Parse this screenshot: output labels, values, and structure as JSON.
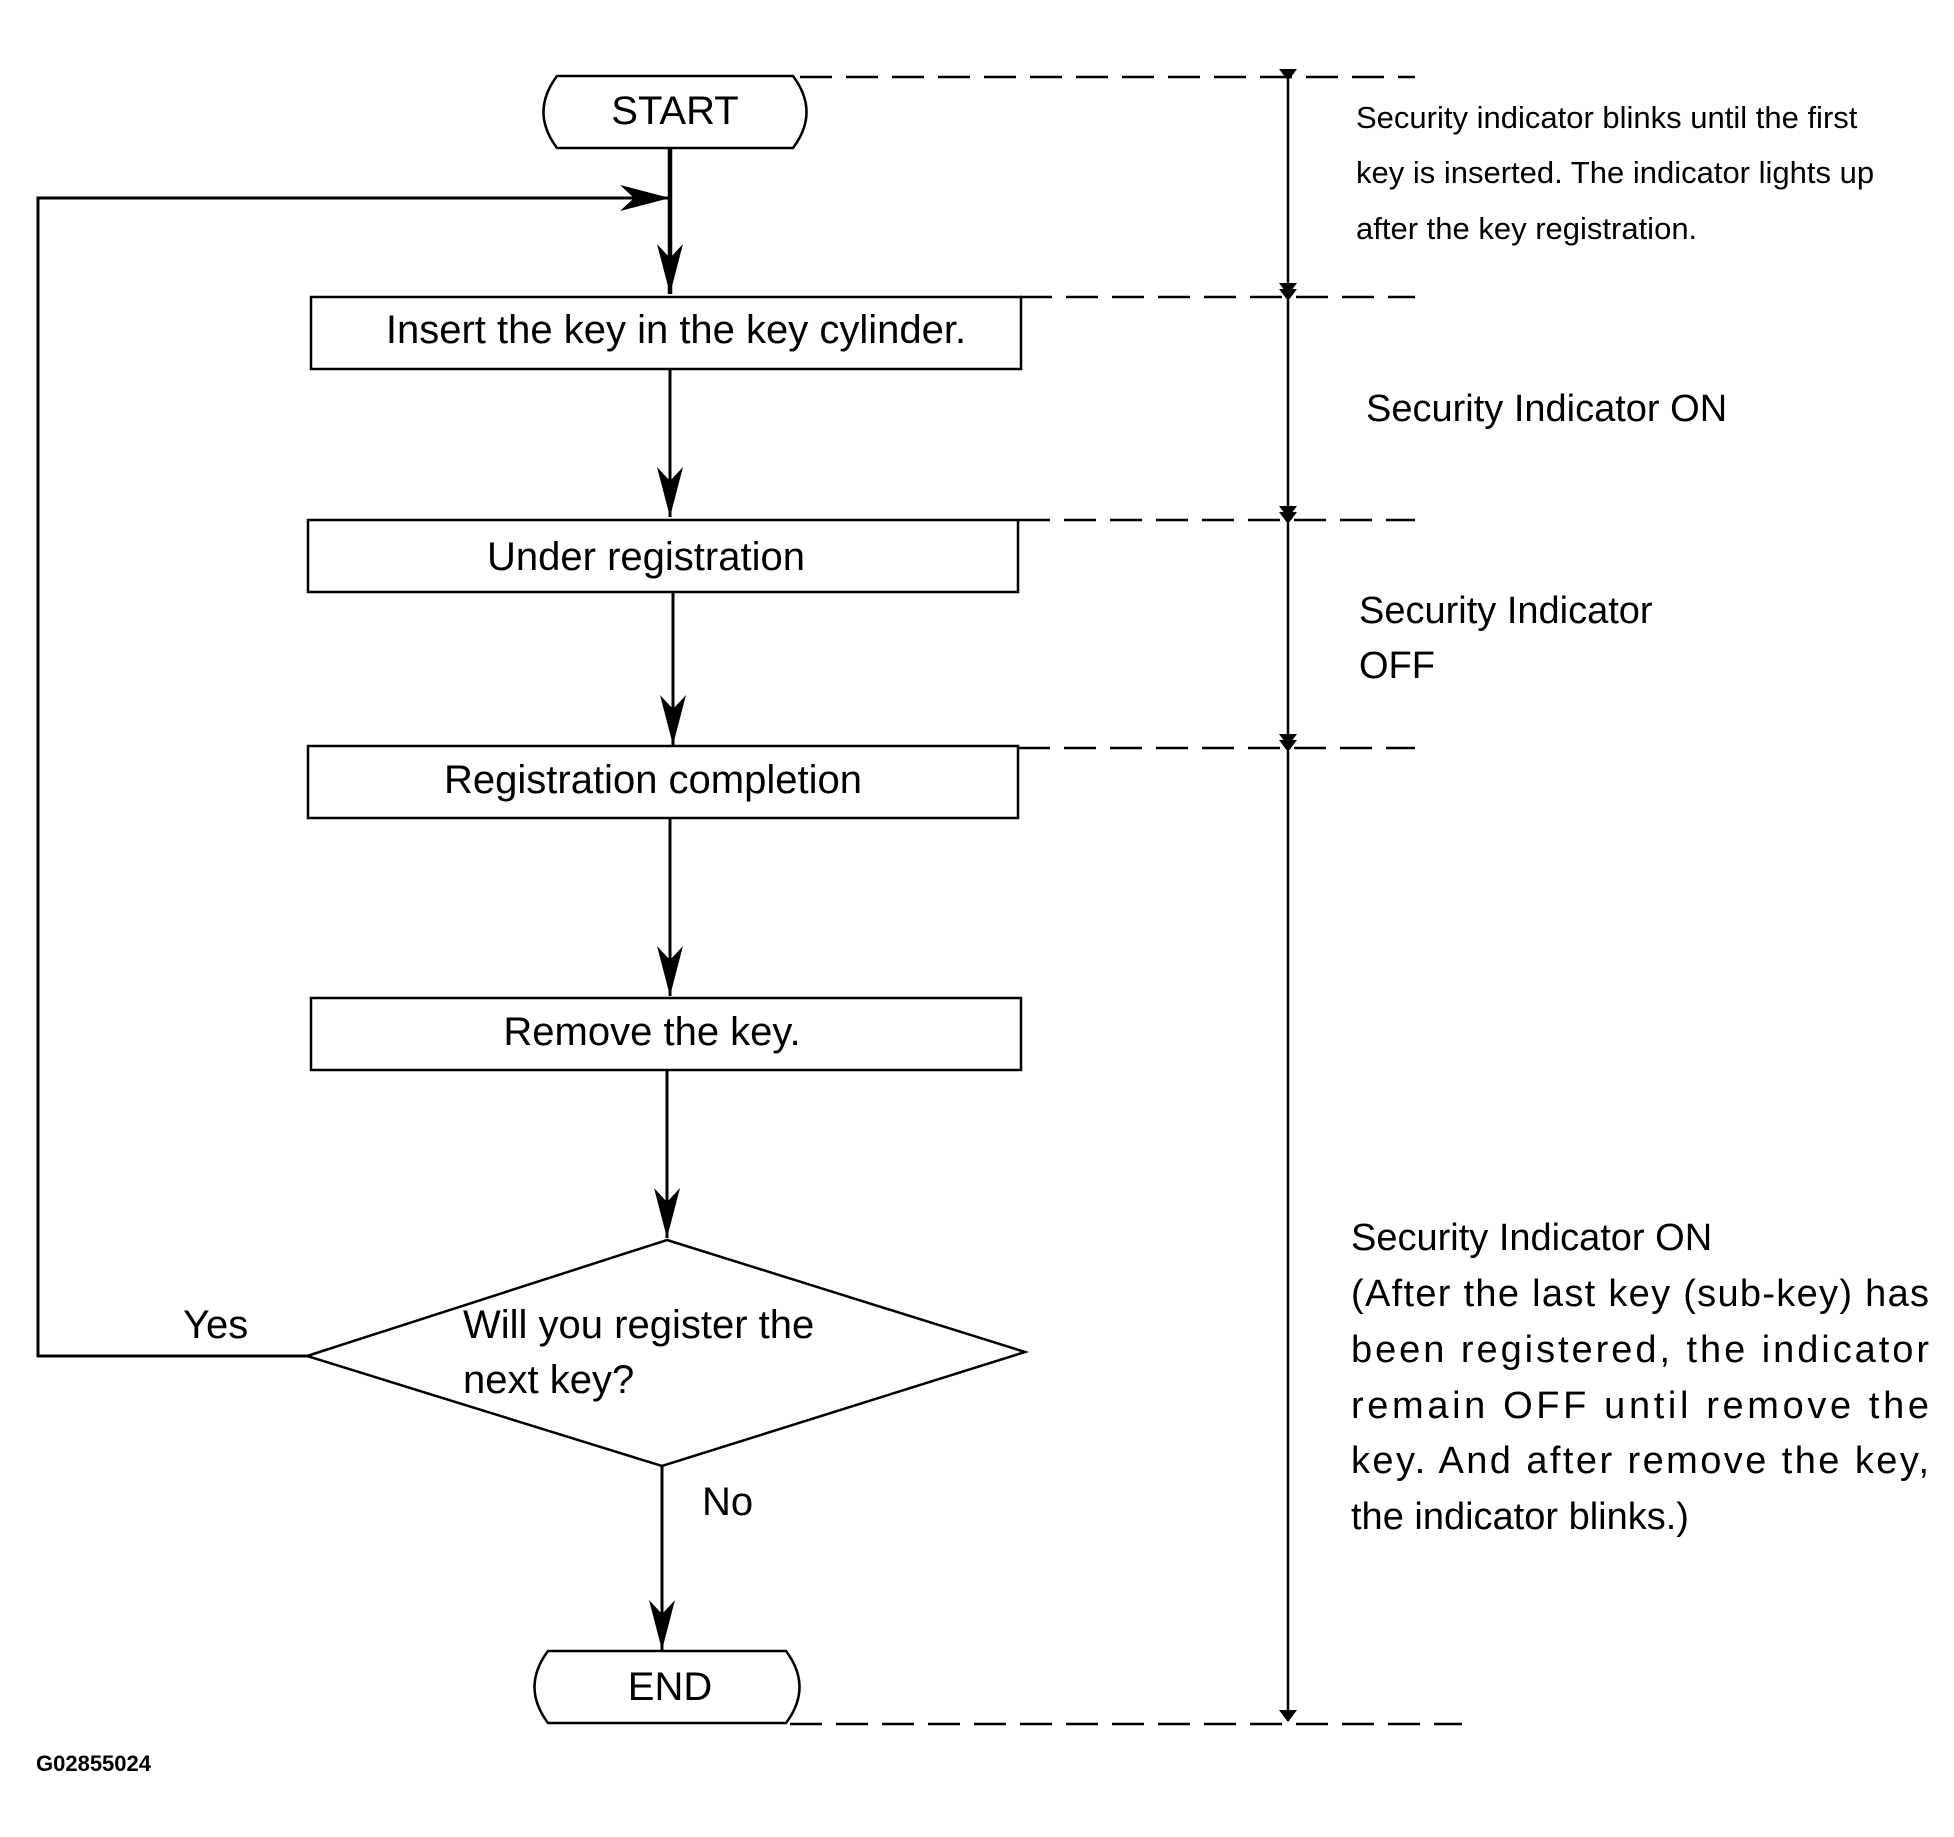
{
  "diagram": {
    "nodes": {
      "start": "START",
      "insert_key": "Insert the key in the key cylinder.",
      "under_registration": "Under registration",
      "registration_completion": "Registration completion",
      "remove_key": "Remove the key.",
      "decision": [
        "Will you register the",
        "next key?"
      ],
      "end": "END"
    },
    "edges": {
      "yes": "Yes",
      "no": "No"
    },
    "annotations": {
      "blinking": [
        "Security indicator blinks until the first",
        "key is inserted. The indicator lights up",
        "after the key registration."
      ],
      "on_insert": "Security Indicator ON",
      "off_registration": [
        "Security  Indicator",
        "OFF"
      ],
      "on_final": [
        "Security Indicator ON",
        "(After the last key (sub-key) has",
        "been registered, the indicator",
        "remain OFF until remove the",
        "key. And after remove the key,",
        "the indicator blinks.)"
      ]
    },
    "figure_code": "G02855024"
  }
}
